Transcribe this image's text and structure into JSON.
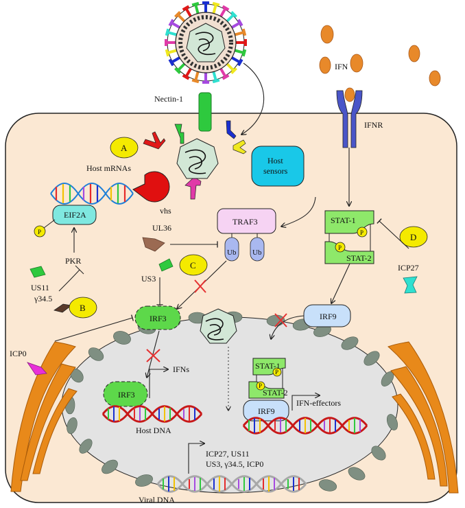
{
  "labels": {
    "nectin": "Nectin-1",
    "ifn": "IFN",
    "ifnr": "IFNR",
    "host_mrnas": "Host mRNAs",
    "vhs": "vhs",
    "host_sensors_1": "Host",
    "host_sensors_2": "sensors",
    "eif2a": "EIF2A",
    "p": "P",
    "pkr": "PKR",
    "us11": "US11",
    "g345": "γ34.5",
    "ul36": "UL36",
    "us3": "US3",
    "traf3": "TRAF3",
    "ub": "Ub",
    "stat1": "STAT-1",
    "stat2": "STAT-2",
    "icp27": "ICP27",
    "irf9": "IRF9",
    "irf3": "IRF3",
    "icp0": "ICP0",
    "ifns": "IFNs",
    "ifn_effectors": "IFN-effectors",
    "host_dna": "Host DNA",
    "viral_genes_1": "ICP27, US11",
    "viral_genes_2": "US3, γ34.5, ICP0",
    "viral_dna": "Viral DNA"
  },
  "markers": [
    "A",
    "B",
    "C",
    "D"
  ],
  "colors": {
    "cell_fill": "#fbe8d3",
    "nucleus_fill": "#e3e3e3",
    "stat_green": "#8ee86a",
    "irf_green": "#5dd84a",
    "marker_yellow": "#f4ea00",
    "ifn_orange": "#e8892a",
    "er_orange": "#e8891a",
    "ifnr_blue": "#4a55c8",
    "sensor_cyan": "#19c8e8",
    "eif_cyan": "#7fe8e0",
    "traf_pink": "#f6d3f3",
    "ub_blue": "#a9b8f0",
    "irf9_blue": "#c8e0fa",
    "vhs_red": "#e01010",
    "inhibit_red": "#e53030"
  }
}
